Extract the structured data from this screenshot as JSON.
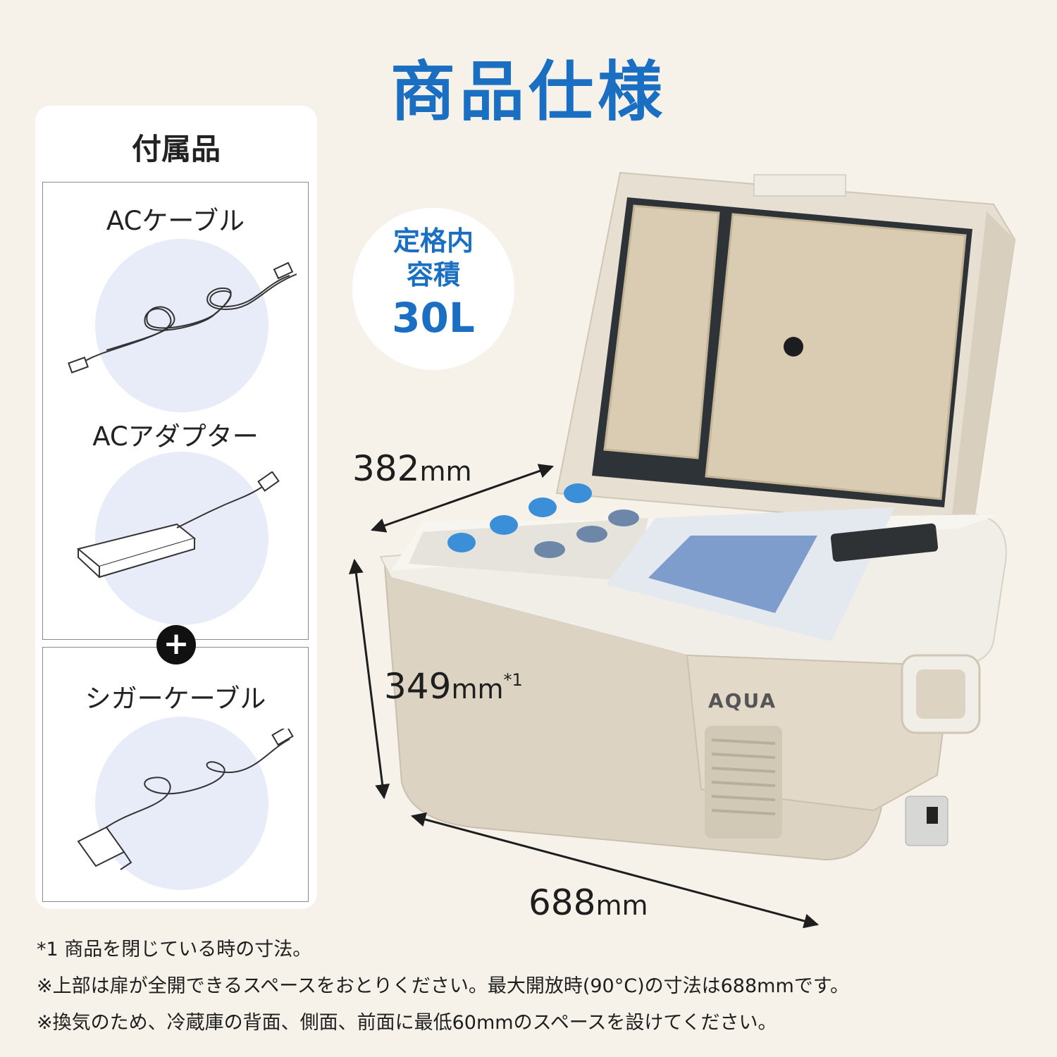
{
  "title": "商品仕様",
  "accessories": {
    "heading": "付属品",
    "items": [
      {
        "label": "ACケーブル",
        "icon": "ac-cable-icon"
      },
      {
        "label": "ACアダプター",
        "icon": "ac-adapter-icon"
      },
      {
        "label": "シガーケーブル",
        "icon": "cigar-cable-icon"
      }
    ],
    "plus": "+"
  },
  "capacity_badge": {
    "line1": "定格内",
    "line2": "容積",
    "value": "30L"
  },
  "dimensions": {
    "depth": {
      "value": "382",
      "unit": "mm"
    },
    "height": {
      "value": "349",
      "unit": "mm",
      "note_mark": "*1"
    },
    "width": {
      "value": "688",
      "unit": "mm"
    }
  },
  "product": {
    "brand": "AQUA"
  },
  "notes": [
    "*1 商品を閉じている時の寸法。",
    "※上部は扉が全開できるスペースをおとりください。最大開放時(90°C)の寸法は688mmです。",
    "※換気のため、冷蔵庫の背面、側面、前面に最低60mmのスペースを設けてください。"
  ],
  "colors": {
    "accent": "#1a6fc2",
    "background": "#f6f2ea",
    "panel": "#ffffff",
    "circle": "#e7ecf8"
  }
}
